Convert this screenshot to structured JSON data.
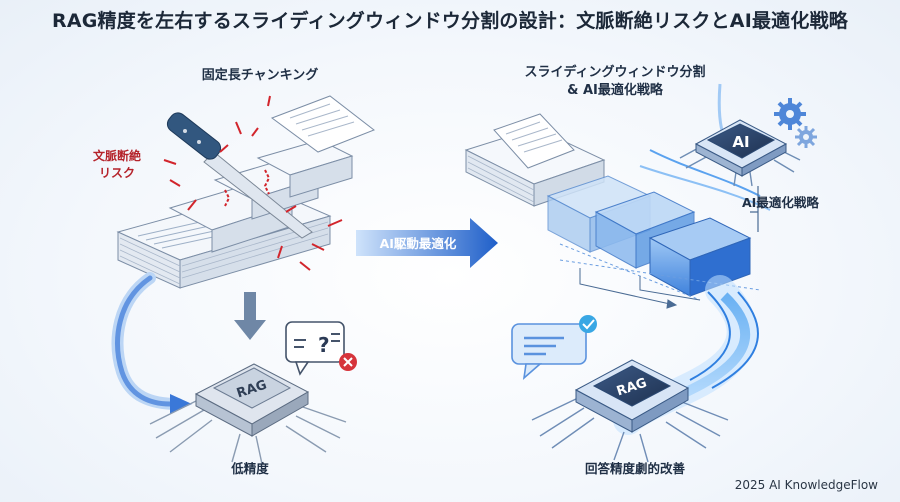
{
  "title": "RAG精度を左右するスライディングウィンドウ分割の設計：文脈断絶リスクとAI最適化戦略",
  "left": {
    "heading": "固定長チャンキング",
    "risk_line1": "文脈断絶",
    "risk_line2": "リスク",
    "chip_label": "RAG",
    "result": "低精度"
  },
  "center": {
    "arrow_label": "AI駆動最適化"
  },
  "right": {
    "heading_line1": "スライディングウィンドウ分割",
    "heading_line2": "& AI最適化戦略",
    "ai_chip_label": "AI",
    "strategy": "AI最適化戦略",
    "chip_label": "RAG",
    "result": "回答精度劇的改善"
  },
  "footer": "2025 AI KnowledgeFlow",
  "colors": {
    "accent_blue": "#2e6fd6",
    "risk_red": "#c62828",
    "dark_text": "#1c2838"
  }
}
